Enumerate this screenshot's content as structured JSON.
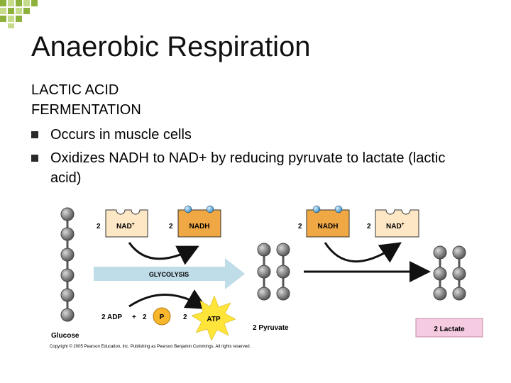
{
  "slide": {
    "title": "Anaerobic Respiration",
    "subheading_line1": "LACTIC ACID",
    "subheading_line2": "FERMENTATION",
    "bullets": [
      "Occurs in muscle cells",
      "Oxidizes NADH to NAD+ by reducing pyruvate to lactate (lactic acid)"
    ]
  },
  "diagram": {
    "glucose_label": "Glucose",
    "glycolysis_label": "GLYCOLYSIS",
    "left_coeff_nad": "2",
    "left_nad_label": "NAD",
    "left_nad_sup": "+",
    "left_coeff_nadh": "2",
    "left_nadh_label": "NADH",
    "adp_label": "2 ADP",
    "plus_sign": "+",
    "p_coeff": "2",
    "p_label": "P",
    "atp_coeff": "2",
    "atp_label": "ATP",
    "pyruvate_label": "2 Pyruvate",
    "right_coeff_nadh": "2",
    "right_nadh_label": "NADH",
    "right_coeff_nad": "2",
    "right_nad_label": "NAD",
    "right_nad_sup": "+",
    "lactate_label": "2 Lactate",
    "copyright": "Copyright © 2005 Pearson Education, Inc. Publishing as Pearson Benjamin Cummings. All rights reserved."
  },
  "colors": {
    "accent_green": "#8db13c",
    "nadh_orange": "#f0a845",
    "nad_panel": "#fde7c4",
    "glycolysis_arrow": "#bfdce9",
    "atp_star": "#ffe43a",
    "p_circle": "#f7b62b",
    "lactate_box": "#f4cbe0",
    "lactate_border": "#c58aa6",
    "molecule_gray": "#8a8a8a",
    "blue_dot": "#5da9d6"
  }
}
